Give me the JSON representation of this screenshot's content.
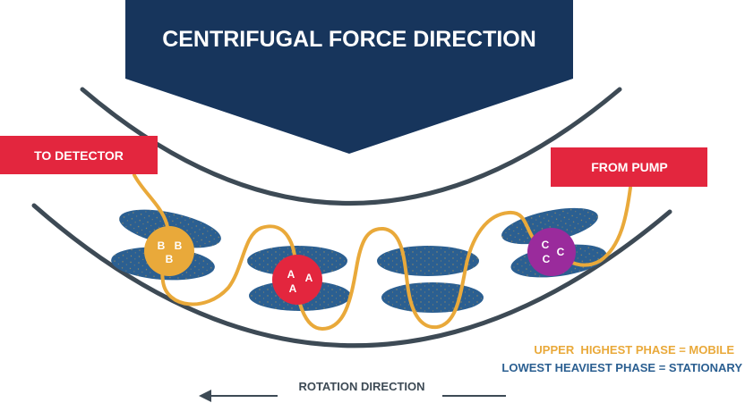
{
  "title": "CENTRIFUGAL FORCE DIRECTION",
  "labels": {
    "to_detector": "TO DETECTOR",
    "from_pump": "FROM PUMP",
    "upper_phase": "UPPER  HIGHEST PHASE = MOBILE",
    "lower_phase": "LOWEST HEAVIEST PHASE = STATIONARY",
    "rotation": "ROTATION DIRECTION"
  },
  "analytes": {
    "b": {
      "letters": [
        "B",
        "B",
        "B"
      ]
    },
    "a": {
      "letters": [
        "A",
        "A",
        "A"
      ]
    },
    "c": {
      "letters": [
        "C",
        "C",
        "C"
      ]
    }
  },
  "colors": {
    "navy": "#17355c",
    "red": "#e3263e",
    "blue_phase": "#2b5f91",
    "yellow_phase": "#e9a93a",
    "purple": "#9a2b9c",
    "rotor_line": "#3d4a55",
    "text_yellow": "#e9a93a",
    "text_blue": "#2b5f91"
  }
}
